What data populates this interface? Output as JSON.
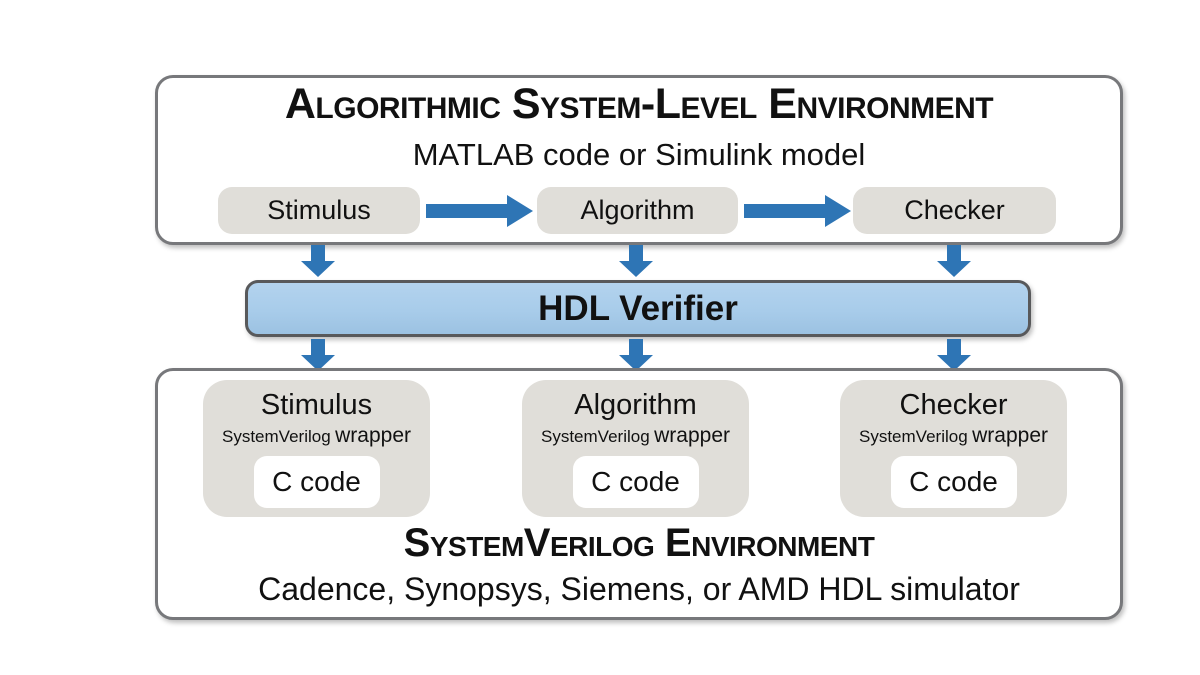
{
  "colors": {
    "arrow_blue": "#2E75B5",
    "hdl_fill": "#A8CCEA",
    "hdl_border": "#58595B",
    "box_border": "#77787B",
    "card_gray": "#E0DED9",
    "text_black": "#111111",
    "bg_white": "#FFFFFF"
  },
  "top_box": {
    "title": "Algorithmic System-Level Environment",
    "subtitle": "MATLAB code or Simulink model",
    "pills": [
      {
        "label": "Stimulus"
      },
      {
        "label": "Algorithm"
      },
      {
        "label": "Checker"
      }
    ]
  },
  "hdl_bar": {
    "label": "HDL Verifier"
  },
  "bottom_box": {
    "title": "SystemVerilog Environment",
    "subtitle": "Cadence, Synopsys, Siemens, or AMD HDL simulator",
    "wrappers": [
      {
        "title": "Stimulus",
        "tech": "SystemVerilog",
        "wrapper_word": "wrapper",
        "code_label": "C code"
      },
      {
        "title": "Algorithm",
        "tech": "SystemVerilog",
        "wrapper_word": "wrapper",
        "code_label": "C code"
      },
      {
        "title": "Checker",
        "tech": "SystemVerilog",
        "wrapper_word": "wrapper",
        "code_label": "C code"
      }
    ]
  }
}
